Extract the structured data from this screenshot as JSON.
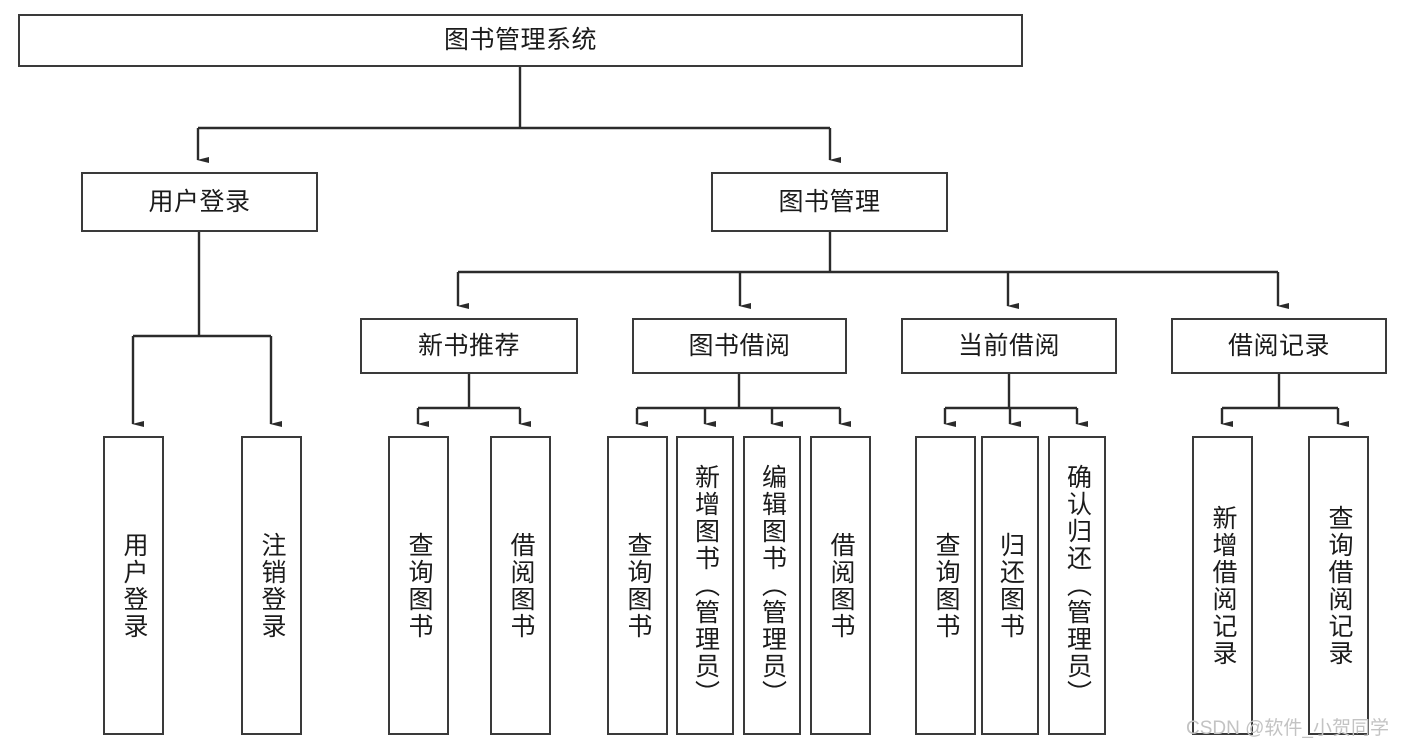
{
  "diagram": {
    "type": "tree",
    "title": "图书管理系统",
    "watermark": "CSDN @软件_小贺同学",
    "colors": {
      "stroke": "#3a3a3a",
      "fill": "#ffffff",
      "text": "#1b1b1b",
      "watermark": "#c3c3c3"
    },
    "levels": {
      "root": {
        "label": "图书管理系统"
      },
      "level2": [
        {
          "id": "user-login",
          "label": "用户登录"
        },
        {
          "id": "book-manage",
          "label": "图书管理"
        }
      ],
      "level3": [
        {
          "id": "new-book-rec",
          "label": "新书推荐"
        },
        {
          "id": "book-borrow",
          "label": "图书借阅"
        },
        {
          "id": "current-borrow",
          "label": "当前借阅"
        },
        {
          "id": "borrow-record",
          "label": "借阅记录"
        }
      ],
      "leaves": [
        {
          "id": "leaf-user-login",
          "label": "用户登录",
          "parent": "user-login"
        },
        {
          "id": "leaf-user-logout",
          "label": "注销登录",
          "parent": "user-login"
        },
        {
          "id": "leaf-query-book-1",
          "label": "查询图书",
          "parent": "new-book-rec"
        },
        {
          "id": "leaf-borrow-book-1",
          "label": "借阅图书",
          "parent": "new-book-rec"
        },
        {
          "id": "leaf-query-book-2",
          "label": "查询图书",
          "parent": "book-borrow"
        },
        {
          "id": "leaf-add-book",
          "label": "新增图书（管理员）",
          "parent": "book-borrow"
        },
        {
          "id": "leaf-edit-book",
          "label": "编辑图书（管理员）",
          "parent": "book-borrow"
        },
        {
          "id": "leaf-borrow-book-2",
          "label": "借阅图书",
          "parent": "book-borrow"
        },
        {
          "id": "leaf-query-book-3",
          "label": "查询图书",
          "parent": "current-borrow"
        },
        {
          "id": "leaf-return-book",
          "label": "归还图书",
          "parent": "current-borrow"
        },
        {
          "id": "leaf-confirm-return",
          "label": "确认归还（管理员）",
          "parent": "current-borrow"
        },
        {
          "id": "leaf-add-record",
          "label": "新增借阅记录",
          "parent": "borrow-record"
        },
        {
          "id": "leaf-query-record",
          "label": "查询借阅记录",
          "parent": "borrow-record"
        }
      ]
    }
  }
}
